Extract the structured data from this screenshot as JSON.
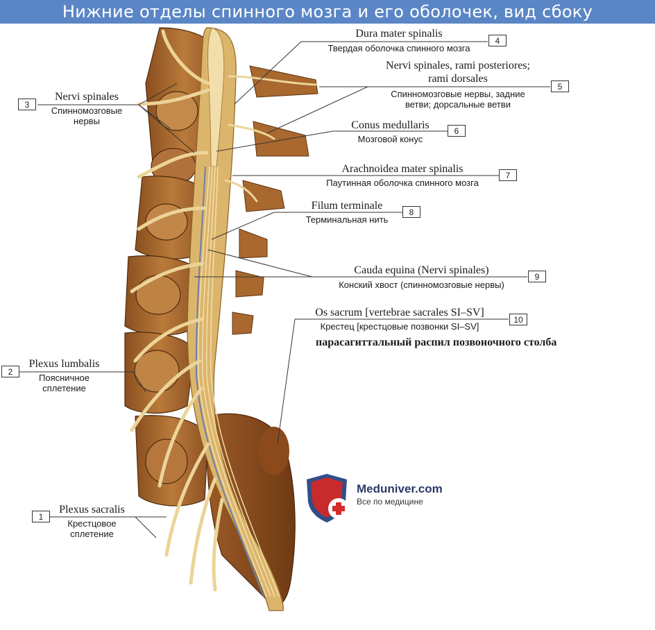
{
  "title": "Нижние отделы спинного мозга и его оболочек, вид сбоку",
  "caption": "парасагиттальный распил позвоночного столба",
  "labels": [
    {
      "num": "1",
      "latin": "Plexus sacralis",
      "ru": "Крестцовое сплетение"
    },
    {
      "num": "2",
      "latin": "Plexus lumbalis",
      "ru": "Поясничное сплетение"
    },
    {
      "num": "3",
      "latin": "Nervi spinales",
      "ru": "Спинномозговые нервы"
    },
    {
      "num": "4",
      "latin": "Dura mater spinalis",
      "ru": "Твердая оболочка спинного мозга"
    },
    {
      "num": "5",
      "latin": "Nervi spinales, rami posteriores; rami dorsales",
      "ru": "Спинномозговые нервы, задние ветви; дорсальные ветви"
    },
    {
      "num": "6",
      "latin": "Conus medullaris",
      "ru": "Мозговой конус"
    },
    {
      "num": "7",
      "latin": "Arachnoidea mater spinalis",
      "ru": "Паутинная оболочка спинного мозга"
    },
    {
      "num": "8",
      "latin": "Filum terminale",
      "ru": "Терминальная нить"
    },
    {
      "num": "9",
      "latin": "Cauda equina (Nervi spinales)",
      "ru": "Конский хвост (спинномозговые нервы)"
    },
    {
      "num": "10",
      "latin": "Os sacrum [vertebrae sacrales SI–SV]",
      "ru": "Крестец [крестцовые позвонки SI–SV]"
    }
  ],
  "logo": {
    "name": "Meduniver.com",
    "tagline": "Все по медицине"
  },
  "colors": {
    "title_bar": "#5b86c6",
    "bone": "#a8672c",
    "nerve": "#e9cf8c",
    "dura": "#d9b36a"
  }
}
